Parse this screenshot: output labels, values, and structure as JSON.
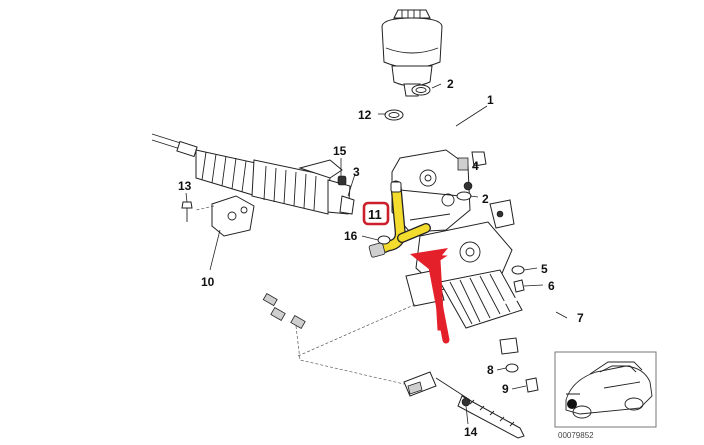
{
  "diagram": {
    "callouts": [
      "1",
      "2",
      "2",
      "3",
      "4",
      "5",
      "6",
      "7",
      "8",
      "9",
      "10",
      "12",
      "13",
      "14",
      "15",
      "16"
    ],
    "highlighted_callout": "11",
    "reference_number": "00079852",
    "colors": {
      "highlight_hose": "#f4dc2e",
      "arrow": "#e4202a",
      "callout_box": "#cc1f2d",
      "line": "#222222"
    }
  }
}
